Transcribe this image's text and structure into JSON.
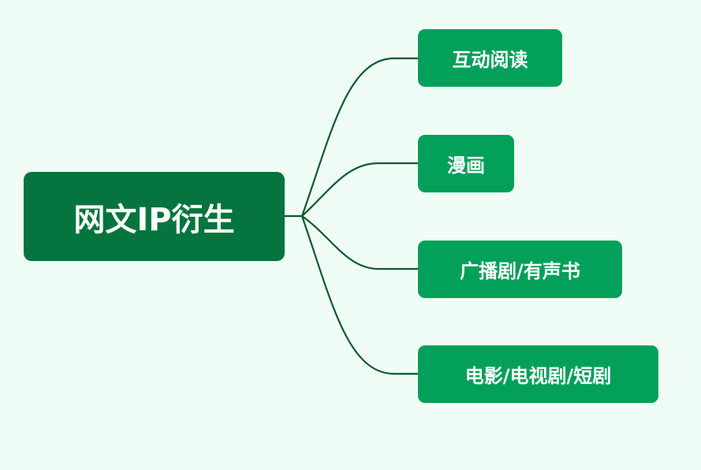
{
  "colors": {
    "background": "#f0fdf6",
    "root_fill": "#06743e",
    "child_fill": "#03a05a",
    "connector": "#0a5a2d",
    "text": "#ffffff"
  },
  "mindmap": {
    "root": {
      "label": "网文IP衍生"
    },
    "children": [
      {
        "label": "互动阅读"
      },
      {
        "label": "漫画"
      },
      {
        "label": "广播剧/有声书"
      },
      {
        "label": "电影/电视剧/短剧"
      }
    ]
  }
}
